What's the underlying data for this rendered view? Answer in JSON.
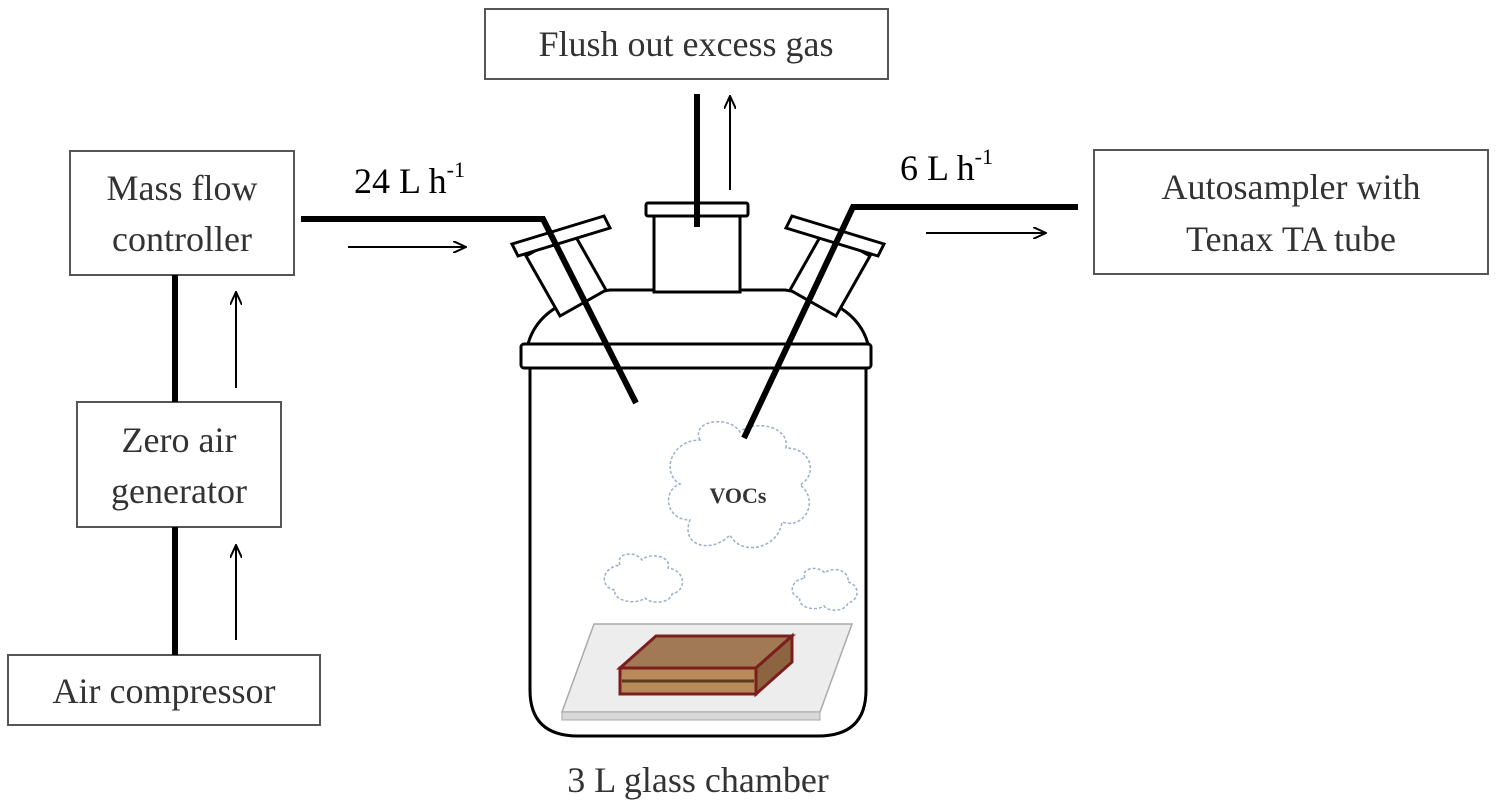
{
  "boxes": {
    "flush": "Flush out excess gas",
    "mfc_line1": "Mass flow",
    "mfc_line2": "controller",
    "zero_line1": "Zero air",
    "zero_line2": "generator",
    "compressor": "Air compressor",
    "auto_line1": "Autosampler with",
    "auto_line2": "Tenax TA tube"
  },
  "flows": {
    "inlet_value": "24 L h",
    "inlet_exp": "-1",
    "outlet_value": "6 L h",
    "outlet_exp": "-1"
  },
  "chamber": {
    "cloud_label": "VOCs",
    "caption": "3 L glass chamber"
  }
}
